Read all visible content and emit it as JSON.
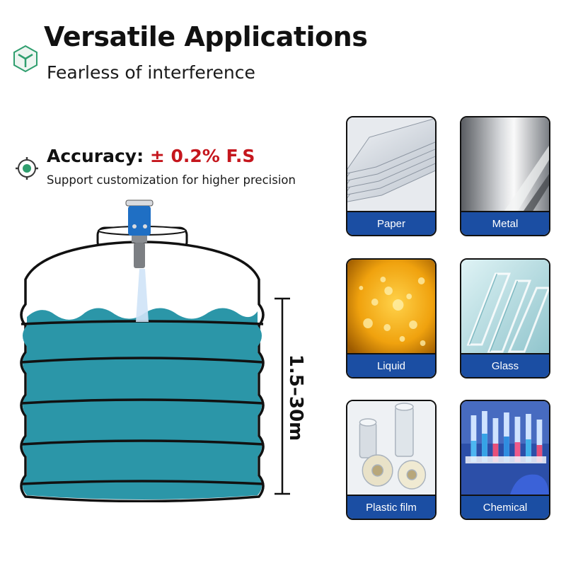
{
  "header": {
    "title": "Versatile Applications",
    "subtitle": "Fearless of interference"
  },
  "accuracy": {
    "label": "Accuracy:",
    "value": "± 0.2% F.S",
    "note": "Support customization for higher precision"
  },
  "tank": {
    "range_label": "1.5–30m"
  },
  "applications": [
    {
      "label": "Paper",
      "icon": "paper-stack-photo"
    },
    {
      "label": "Metal",
      "icon": "metal-sheet-photo"
    },
    {
      "label": "Liquid",
      "icon": "liquid-bubbles-photo"
    },
    {
      "label": "Glass",
      "icon": "glass-panes-photo"
    },
    {
      "label": "Plastic film",
      "icon": "plastic-film-rolls-photo"
    },
    {
      "label": "Chemical",
      "icon": "chemical-test-tubes-photo"
    }
  ],
  "colors": {
    "accent_red": "#c5161d",
    "card_blue": "#1b4ea3",
    "liquid_teal": "#2b96a8",
    "sensor_blue": "#1f6fc4",
    "logo_green": "#2f9e6e"
  }
}
